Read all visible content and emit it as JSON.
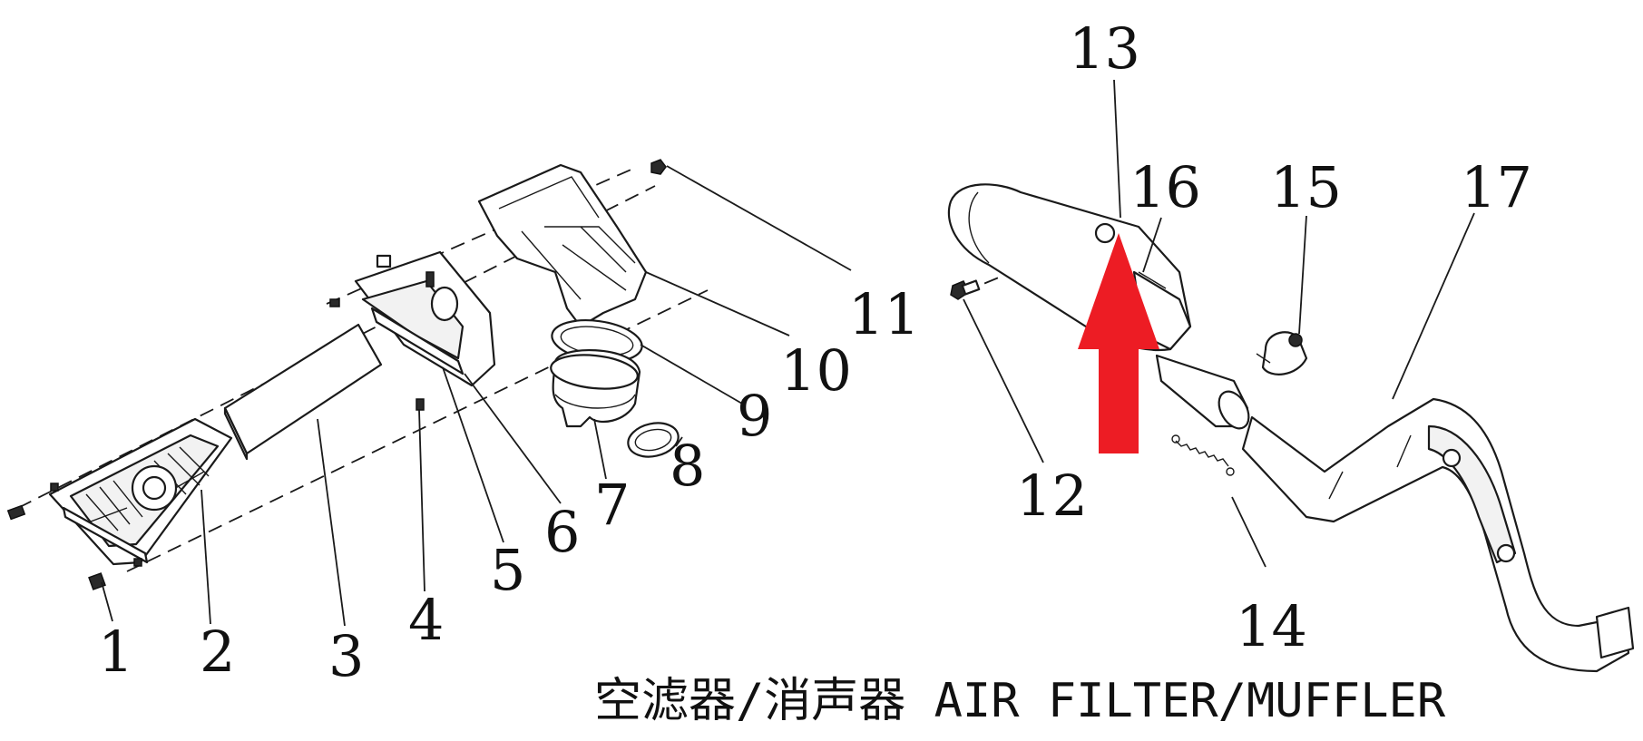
{
  "caption": "空滤器/消声器 AIR FILTER/MUFFLER",
  "callouts": {
    "n1": "1",
    "n2": "2",
    "n3": "3",
    "n4": "4",
    "n5": "5",
    "n6": "6",
    "n7": "7",
    "n8": "8",
    "n9": "9",
    "n10": "10",
    "n11": "11",
    "n12": "12",
    "n13": "13",
    "n14": "14",
    "n15": "15",
    "n16": "16",
    "n17": "17"
  },
  "colors": {
    "arrow": "#ed1c24",
    "ink": "#1a1a1a"
  },
  "icons": {
    "highlight": "red-up-arrow-icon"
  }
}
